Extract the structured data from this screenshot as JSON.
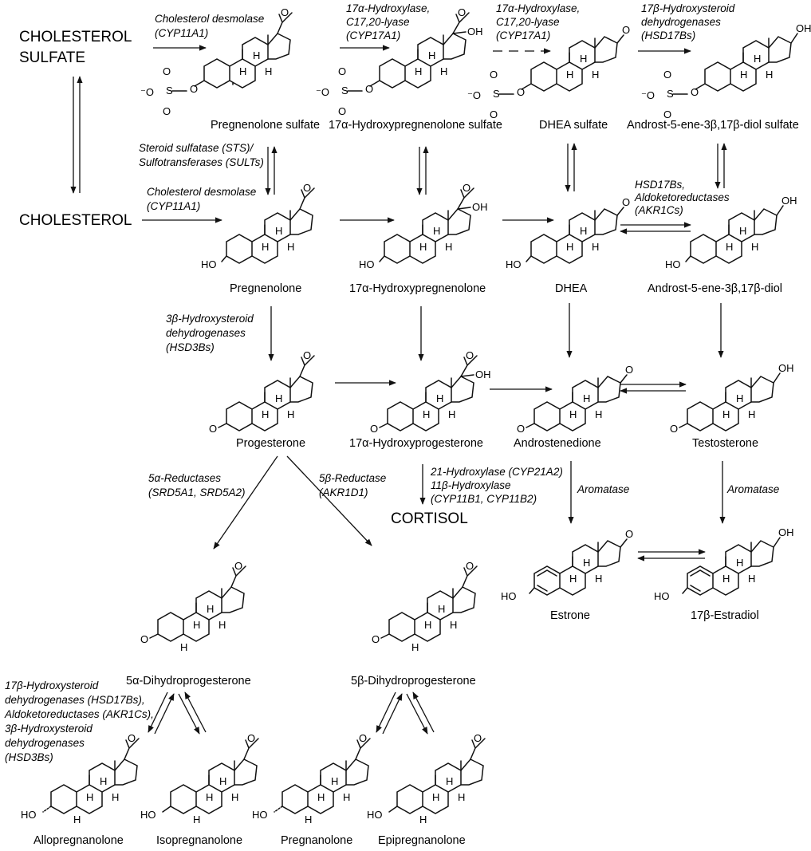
{
  "compounds": {
    "cholesterol_sulfate": [
      "CHOLESTEROL",
      "SULFATE"
    ],
    "cholesterol": "CHOLESTEROL",
    "cortisol": "CORTISOL",
    "pregnenolone_sulfate": "Pregnenolone sulfate",
    "hydroxypregnenolone_sulfate": "17α-Hydroxypregnenolone sulfate",
    "dhea_sulfate": "DHEA sulfate",
    "androstenediol_sulfate": "Androst-5-ene-3β,17β-diol sulfate",
    "pregnenolone": "Pregnenolone",
    "hydroxypregnenolone": "17α-Hydroxypregnenolone",
    "dhea": "DHEA",
    "androstenediol": "Androst-5-ene-3β,17β-diol",
    "progesterone": "Progesterone",
    "hydroxyprogesterone": "17α-Hydroxyprogesterone",
    "androstenedione": "Androstenedione",
    "testosterone": "Testosterone",
    "estrone": "Estrone",
    "estradiol": "17β-Estradiol",
    "dihydroprogesterone_5a": "5α-Dihydroprogesterone",
    "dihydroprogesterone_5b": "5β-Dihydroprogesterone",
    "allopregnanolone": "Allopregnanolone",
    "isopregnanolone": "Isopregnanolone",
    "pregnanolone": "Pregnanolone",
    "epipregnanolone": "Epipregnanolone"
  },
  "enzymes": {
    "desmolase_top": [
      "Cholesterol desmolase",
      "(CYP11A1)"
    ],
    "cyp17_top1": [
      "17α-Hydroxylase,",
      "C17,20-lyase",
      "(CYP17A1)"
    ],
    "cyp17_top2": [
      "17α-Hydroxylase,",
      "C17,20-lyase",
      "(CYP17A1)"
    ],
    "hsd17_top": [
      "17β-Hydroxysteroid",
      "dehydrogenases",
      "(HSD17Bs)"
    ],
    "sts_sult": [
      "Steroid sulfatase (STS)/",
      "Sulfotransferases (SULTs)"
    ],
    "desmolase_mid": [
      "Cholesterol desmolase",
      "(CYP11A1)"
    ],
    "hsd17_akr": [
      "HSD17Bs,",
      "Aldoketoreductases",
      "(AKR1Cs)"
    ],
    "hsd3b": [
      "3β-Hydroxysteroid",
      "dehydrogenases",
      "(HSD3Bs)"
    ],
    "reductase_5a": [
      "5α-Reductases",
      "(SRD5A1, SRD5A2)"
    ],
    "reductase_5b": [
      "5β-Reductase",
      "(AKR1D1)"
    ],
    "cyp21_cyp11b": [
      "21-Hydroxylase (CYP21A2)",
      "11β-Hydroxylase",
      "(CYP11B1, CYP11B2)"
    ],
    "aromatase_1": "Aromatase",
    "aromatase_2": "Aromatase",
    "bottom_left": [
      "17β-Hydroxysteroid",
      "dehydrogenases (HSD17Bs),",
      "Aldoketoreductases (AKR1Cs),",
      "3β-Hydroxysteroid",
      "dehydrogenases",
      "(HSD3Bs)"
    ]
  },
  "atom_labels": {
    "H": "H",
    "OH": "OH",
    "HO": "HO",
    "O": "O",
    "S": "S",
    "O_minus": "-O",
    "minus": "-",
    "O_ring": "O"
  }
}
